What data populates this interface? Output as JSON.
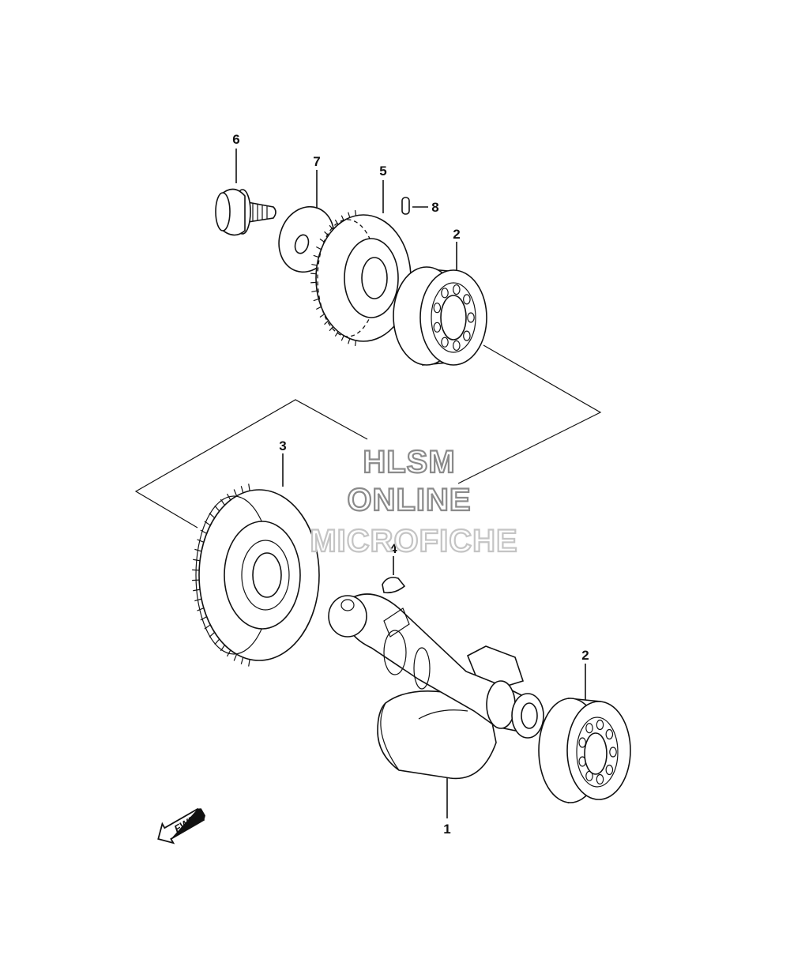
{
  "callouts": {
    "p6": "6",
    "p7": "7",
    "p5": "5",
    "p8": "8",
    "p2_top": "2",
    "p3": "3",
    "p4": "4",
    "p2_bottom": "2",
    "p1": "1"
  },
  "fwd_label": "FWD",
  "watermark": {
    "line1": "HLSM",
    "line2": "ONLINE",
    "line3": "MICROFICHE",
    "color": "#8a8a8a",
    "color_faint": "#c4c4c4"
  }
}
